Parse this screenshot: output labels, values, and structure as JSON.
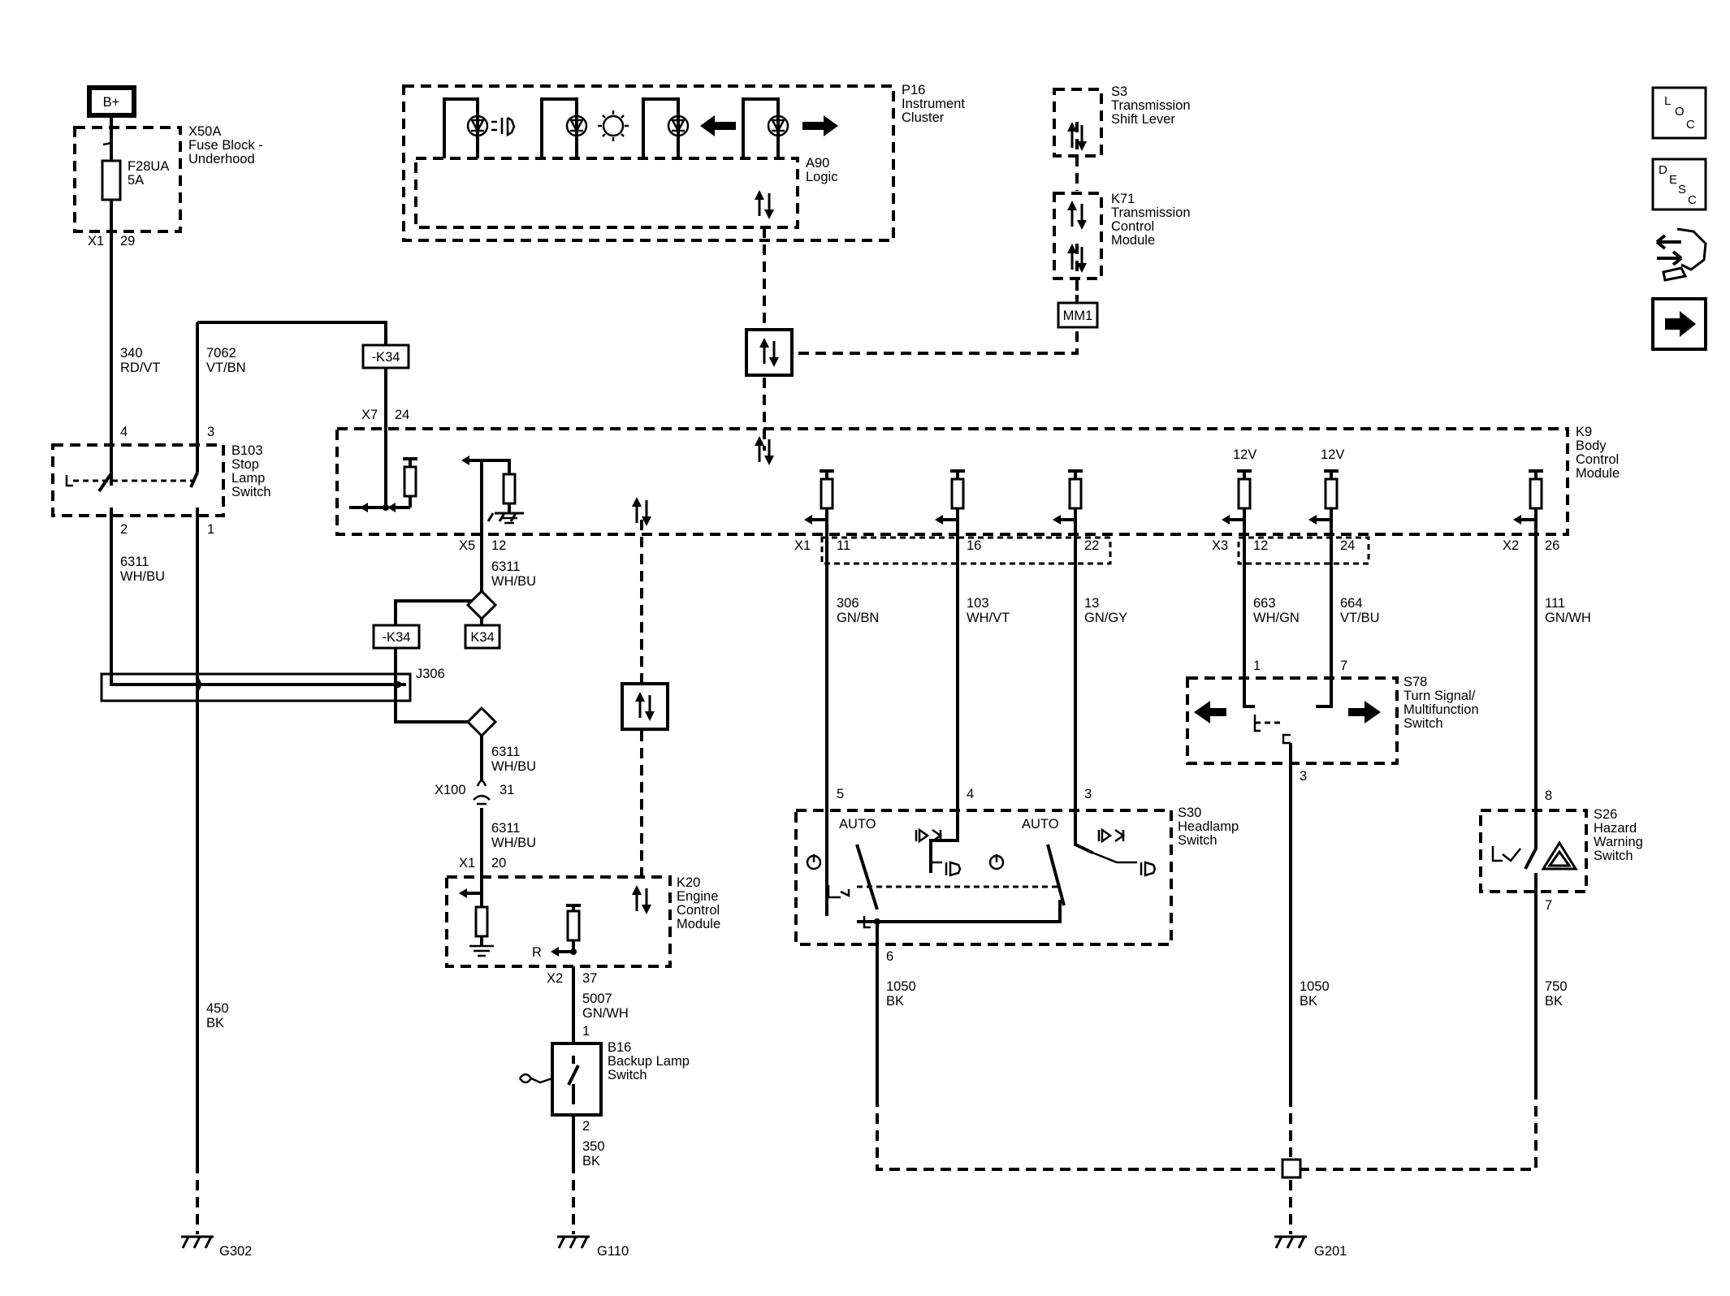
{
  "components": {
    "battery": "B+",
    "fuse_block": {
      "id": "X50A",
      "name": "Fuse Block -\nUnderhood",
      "fuse": "F28UA",
      "rating": "5A",
      "conn": "X1",
      "pin": "29"
    },
    "cluster": {
      "id": "P16",
      "name": "Instrument\nCluster",
      "logic_id": "A90",
      "logic_name": "Logic"
    },
    "shift_lever": {
      "id": "S3",
      "name": "Transmission\nShift Lever"
    },
    "tcm": {
      "id": "K71",
      "name": "Transmission\nControl\nModule"
    },
    "bus": "MM1",
    "bcm": {
      "id": "K9",
      "name": "Body\nControl\nModule"
    },
    "stop_switch": {
      "id": "B103",
      "name": "Stop\nLamp\nSwitch"
    },
    "turn_switch": {
      "id": "S78",
      "name": "Turn Signal/\nMultifunction\nSwitch"
    },
    "headlamp_switch": {
      "id": "S30",
      "name": "Headlamp\nSwitch",
      "auto": "AUTO"
    },
    "ecm": {
      "id": "K20",
      "name": "Engine\nControl\nModule",
      "r": "R"
    },
    "hazard": {
      "id": "S26",
      "name": "Hazard\nWarning\nSwitch"
    },
    "backup": {
      "id": "B16",
      "name": "Backup Lamp\nSwitch"
    },
    "splice": "J306",
    "k34": "K34",
    "k34_neg": "-K34",
    "v12": "12V"
  },
  "wires": [
    {
      "circuit": "340",
      "color": "RD/VT"
    },
    {
      "circuit": "7062",
      "color": "VT/BN"
    },
    {
      "circuit": "6311",
      "color": "WH/BU"
    },
    {
      "circuit": "306",
      "color": "GN/BN"
    },
    {
      "circuit": "103",
      "color": "WH/VT"
    },
    {
      "circuit": "13",
      "color": "GN/GY"
    },
    {
      "circuit": "663",
      "color": "WH/GN"
    },
    {
      "circuit": "664",
      "color": "VT/BU"
    },
    {
      "circuit": "111",
      "color": "GN/WH"
    },
    {
      "circuit": "1050",
      "color": "BK"
    },
    {
      "circuit": "750",
      "color": "BK"
    },
    {
      "circuit": "450",
      "color": "BK"
    },
    {
      "circuit": "5007",
      "color": "GN/WH"
    },
    {
      "circuit": "350",
      "color": "BK"
    }
  ],
  "connectors": {
    "x7": "X7",
    "x5": "X5",
    "x1": "X1",
    "x3": "X3",
    "x2": "X2",
    "x100": "X100"
  },
  "pins": {
    "p4": "4",
    "p3": "3",
    "p2": "2",
    "p1": "1",
    "p24": "24",
    "p12": "12",
    "p11": "11",
    "p16": "16",
    "p22": "22",
    "p26": "26",
    "p7": "7",
    "p5": "5",
    "p6": "6",
    "p8": "8",
    "p31": "31",
    "p20": "20",
    "p37": "37"
  },
  "grounds": [
    "G302",
    "G110",
    "G201"
  ],
  "nav": {
    "loc": "LOC",
    "desc": "DESC"
  }
}
